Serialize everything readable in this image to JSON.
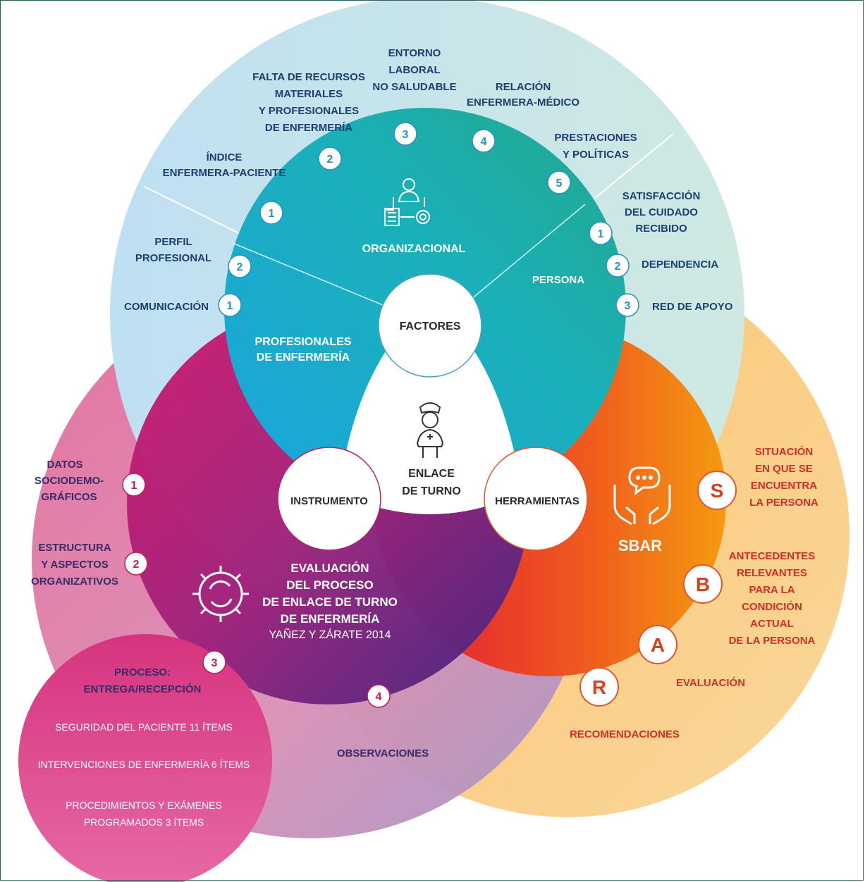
{
  "center": {
    "factores": "FACTORES",
    "instrumento": "INSTRUMENTO",
    "herramientas": "HERRAMIENTAS",
    "enlace": [
      "ENLACE",
      "DE TURNO"
    ]
  },
  "organizacional": {
    "title": "ORGANIZACIONAL",
    "items": [
      {
        "num": "1",
        "lines": [
          "ÍNDICE",
          "ENFERMERA-PACIENTE"
        ]
      },
      {
        "num": "2",
        "lines": [
          "FALTA DE RECURSOS",
          "MATERIALES",
          "Y PROFESIONALES",
          "DE ENFERMERÍA"
        ]
      },
      {
        "num": "3",
        "lines": [
          "ENTORNO",
          "LABORAL",
          "NO SALUDABLE"
        ]
      },
      {
        "num": "4",
        "lines": [
          "RELACIÓN",
          "ENFERMERA-MÉDICO"
        ]
      },
      {
        "num": "5",
        "lines": [
          "PRESTACIONES",
          "Y POLÍTICAS"
        ]
      }
    ]
  },
  "persona": {
    "title": "PERSONA",
    "items": [
      {
        "num": "1",
        "lines": [
          "SATISFACCIÓN",
          "DEL CUIDADO",
          "RECIBIDO"
        ]
      },
      {
        "num": "2",
        "lines": [
          "DEPENDENCIA"
        ]
      },
      {
        "num": "3",
        "lines": [
          "RED DE APOYO"
        ]
      }
    ]
  },
  "profesionales": {
    "title": [
      "PROFESIONALES",
      "DE ENFERMERÍA"
    ],
    "items": [
      {
        "num": "2",
        "lines": [
          "PERFIL",
          "PROFESIONAL"
        ]
      },
      {
        "num": "1",
        "lines": [
          "COMUNICACIÓN"
        ]
      }
    ]
  },
  "instrumento": {
    "title": [
      "EVALUACIÓN",
      "DEL PROCESO",
      "DE ENLACE DE TURNO",
      "DE ENFERMERÍA"
    ],
    "subtitle": "YAÑEZ Y ZÁRATE 2014",
    "items": [
      {
        "num": "1",
        "lines": [
          "DATOS",
          "SOCIODEMO-",
          "GRÁFICOS"
        ]
      },
      {
        "num": "2",
        "lines": [
          "ESTRUCTURA",
          "Y ASPECTOS",
          "ORGANIZATIVOS"
        ]
      },
      {
        "num": "3"
      },
      {
        "num": "4",
        "lines": [
          "OBSERVACIONES"
        ]
      }
    ],
    "proceso": {
      "title": [
        "PROCESO:",
        "ENTREGA/RECEPCIÓN"
      ],
      "items": [
        [
          "SEGURIDAD DEL PACIENTE 11 ÍTEMS"
        ],
        [
          "INTERVENCIONES DE ENFERMERÍA 6 ÍTEMS"
        ],
        [
          "PROCEDIMIENTOS Y EXÁMENES",
          "PROGRAMADOS 3 ÍTEMS"
        ]
      ]
    }
  },
  "sbar": {
    "title": "SBAR",
    "items": [
      {
        "letter": "S",
        "lines": [
          "SITUACIÓN",
          "EN QUE SE",
          "ENCUENTRA",
          "LA PERSONA"
        ]
      },
      {
        "letter": "B",
        "lines": [
          "ANTECEDENTES",
          "RELEVANTES",
          "PARA LA",
          "CONDICIÓN",
          "ACTUAL",
          "DE LA PERSONA"
        ]
      },
      {
        "letter": "A",
        "lines": [
          "EVALUACIÓN"
        ]
      },
      {
        "letter": "R",
        "lines": [
          "RECOMENDACIONES"
        ]
      }
    ]
  },
  "colors": {
    "factores_outer": "#bfe3ee",
    "factores_inner": "#1fa8c8",
    "instrumento_outer": "#e58ab0",
    "instrumento_inner": "#b51a78",
    "herramientas_outer": "#f7c97a",
    "herramientas_inner": "#ee3a24",
    "text_blue": "#1c3f72",
    "text_red": "#cf2f28"
  }
}
